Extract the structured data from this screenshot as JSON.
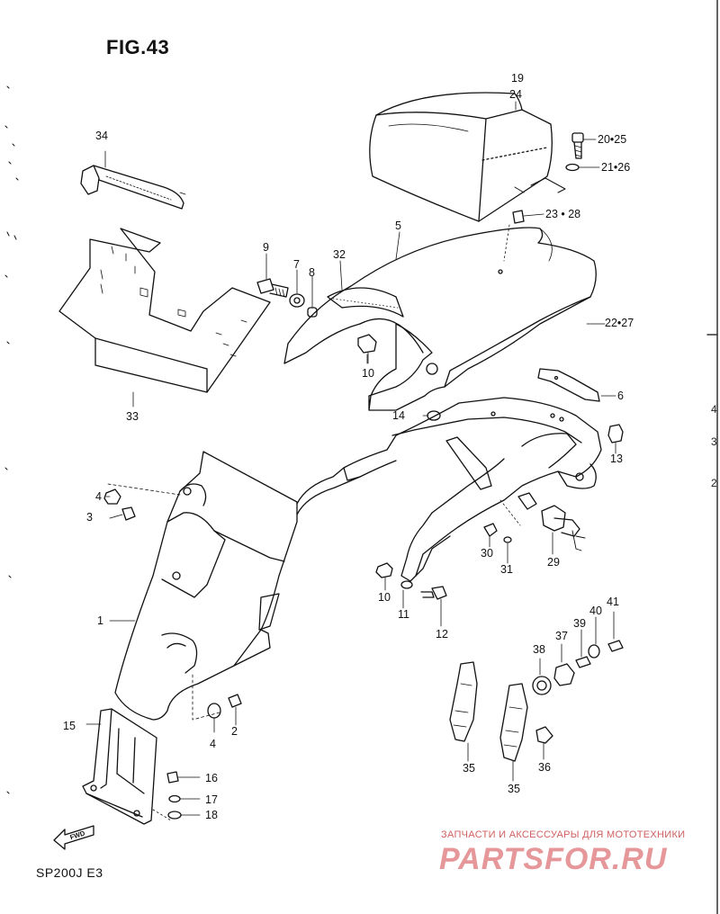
{
  "figure": {
    "title": "FIG.43",
    "model_code": "SP200J  E3"
  },
  "fwd_arrow": {
    "label": "FWD"
  },
  "watermark": {
    "caption": "ЗАПЧАСТИ И АКСЕССУАРЫ ДЛЯ МОТОТЕХНИКИ",
    "logo": "PARTSFOR.RU"
  },
  "edge_marks": [
    "4",
    "3",
    "2"
  ],
  "callouts": {
    "p1": "1",
    "p2": "2",
    "p3": "3",
    "p4a": "4",
    "p4b": "4",
    "p5": "5",
    "p6": "6",
    "p7": "7",
    "p8": "8",
    "p9": "9",
    "p10a": "10",
    "p10b": "10",
    "p11": "11",
    "p12": "12",
    "p13": "13",
    "p14": "14",
    "p15": "15",
    "p16": "16",
    "p17": "17",
    "p18": "18",
    "p19": "19",
    "p24": "24",
    "p20_25": "20•25",
    "p21_26": "21•26",
    "p22_27": "22•27",
    "p23_28": "23 • 28",
    "p29": "29",
    "p30": "30",
    "p31": "31",
    "p32": "32",
    "p33": "33",
    "p34": "34",
    "p35a": "35",
    "p35b": "35",
    "p36": "36",
    "p37": "37",
    "p38": "38",
    "p39": "39",
    "p40": "40",
    "p41": "41"
  }
}
